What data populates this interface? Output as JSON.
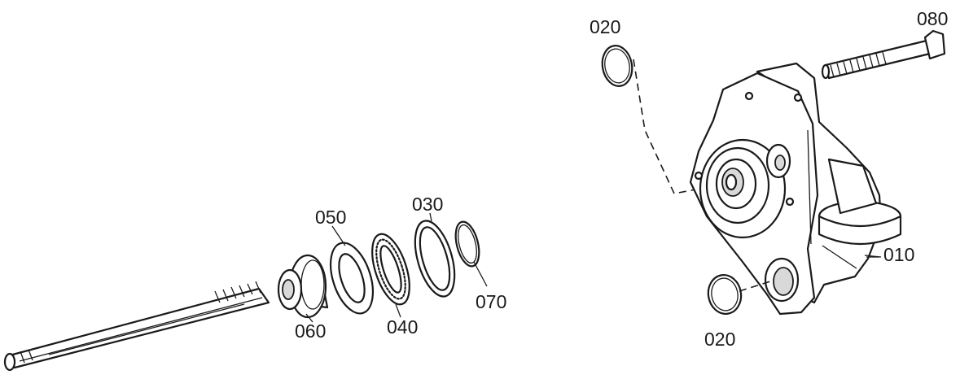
{
  "callouts": {
    "p010": "010",
    "p020_top": "020",
    "p020_bottom": "020",
    "p030": "030",
    "p040": "040",
    "p050": "050",
    "p060": "060",
    "p070": "070",
    "p080": "080"
  }
}
